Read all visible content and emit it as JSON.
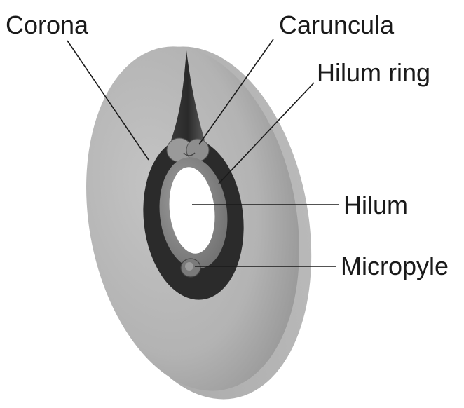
{
  "labels": {
    "corona": "Corona",
    "caruncula": "Caruncula",
    "hilum_ring": "Hilum ring",
    "hilum": "Hilum",
    "micropyle": "Micropyle"
  }
}
